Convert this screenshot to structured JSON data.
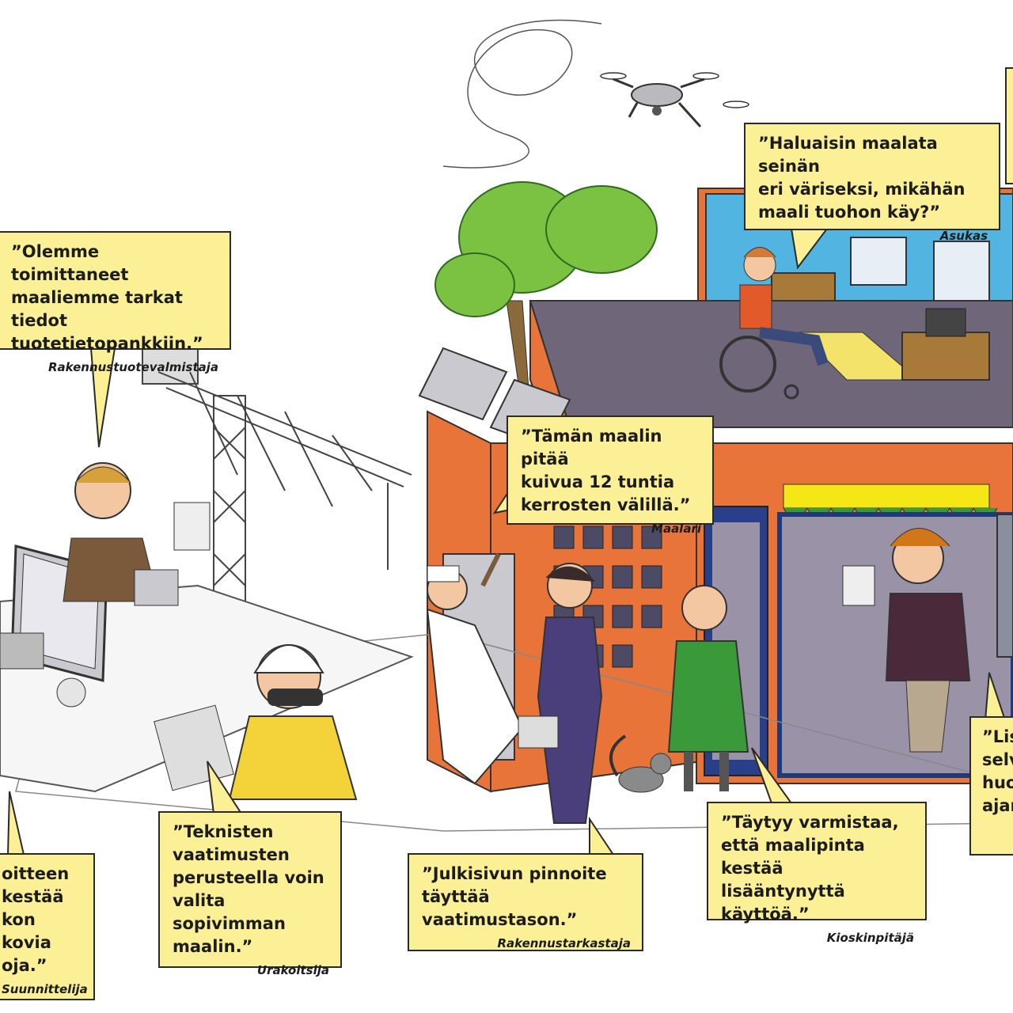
{
  "quotes": {
    "valmistaja": {
      "text": "”Olemme toimittaneet\nmaaliemme tarkat tiedot\ntuotetietopankkiin.”",
      "speaker": "Rakennustuotevalmistaja"
    },
    "asukas": {
      "text": "”Haluaisin maalata seinän\neri väriseksi, mikähän\nmaali tuohon käy?”",
      "speaker": "Asukas"
    },
    "maalari": {
      "text": "”Tämän maalin pitää\nkuivua 12 tuntia\nkerrosten välillä.”",
      "speaker": "Maalari"
    },
    "suunnittelija": {
      "text": "oitteen\nkestää\nkon kovia\noja.”",
      "speaker": "Suunnittelija"
    },
    "urakoitsija": {
      "text": "”Teknisten\nvaatimusten\nperusteella voin\nvalita sopivimman\nmaalin.”",
      "speaker": "Urakoitsija"
    },
    "tarkastaja": {
      "text": "”Julkisivun pinnoite\ntäyttää vaatimustason.”",
      "speaker": "Rakennustarkastaja"
    },
    "kioskinpitaja": {
      "text": "”Täytyy varmistaa,\nettä maalipinta kestää\nlisääntynyttä käyttöä.”",
      "speaker": "Kioskinpitäjä"
    },
    "oikea": {
      "text": "”Lis\nselv\nhuo\najan",
      "speaker": ""
    }
  },
  "colors": {
    "bubble": "#fbf096",
    "building_orange": "#e8743a",
    "roof_gray": "#6f6679",
    "room_blue": "#52b4e0",
    "shop_gray": "#9a93a8",
    "window_dark": "#4d4a66",
    "awning_green": "#3a9a3a",
    "sign_yellow": "#f5e616",
    "tree_green": "#7cc242",
    "vest_yellow": "#f4d23a"
  },
  "icons": [
    "drone-icon",
    "crane-icon",
    "tree-icon",
    "cat-icon",
    "wheelchair-icon",
    "computer-monitor-icon",
    "solar-panel-icon"
  ]
}
